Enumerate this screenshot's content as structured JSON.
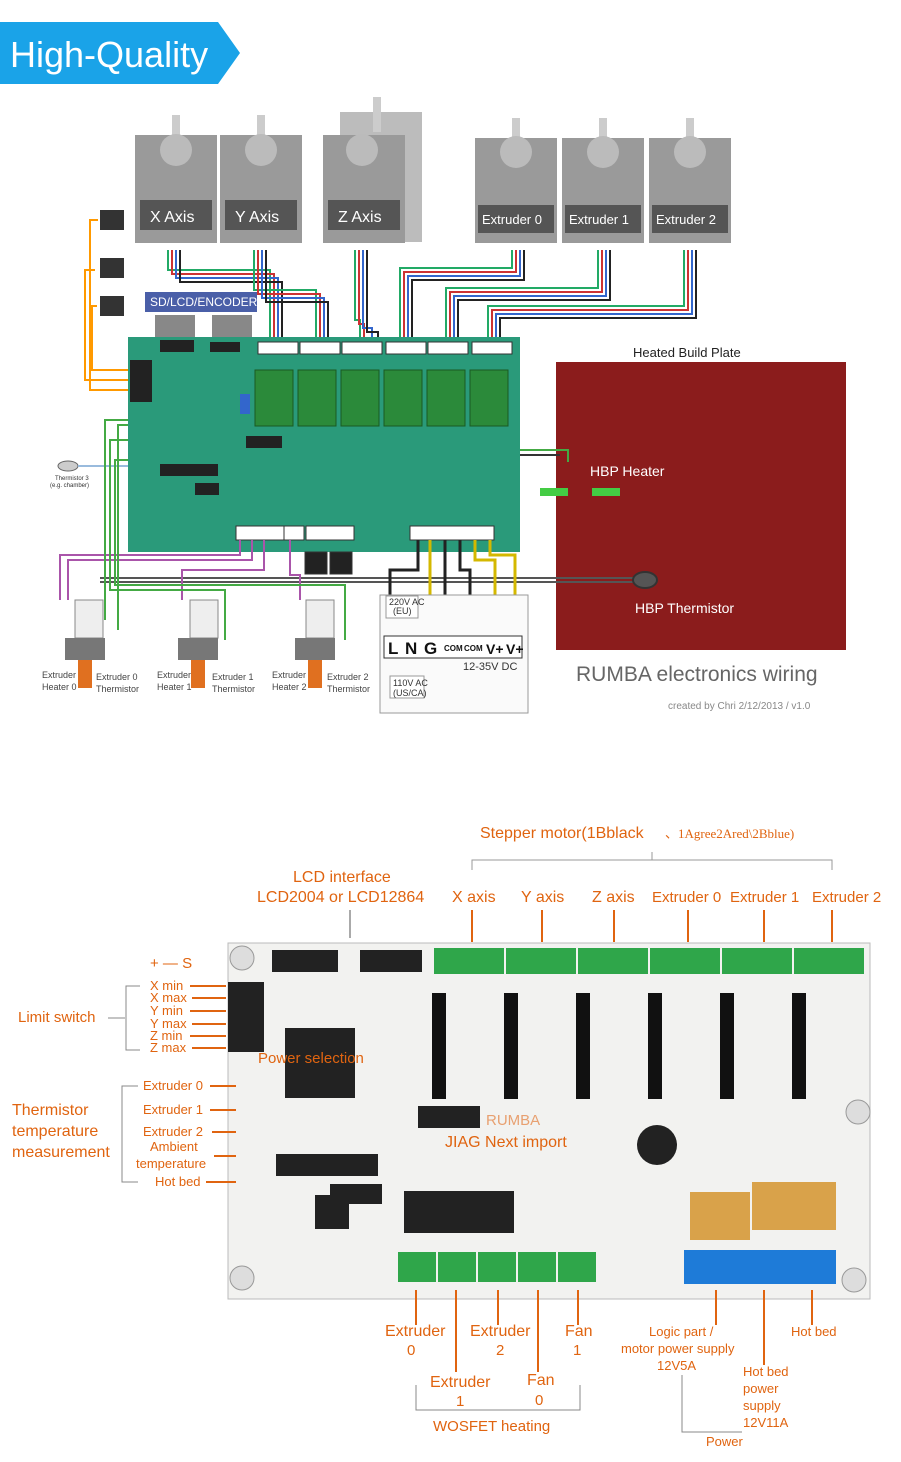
{
  "banner": {
    "title": "High-Quality",
    "color": "#1aa3e8"
  },
  "wiring": {
    "motors": [
      "X Axis",
      "Y Axis",
      "Z Axis",
      "Extruder 0",
      "Extruder 1",
      "Extruder 2"
    ],
    "sd_label": "SD/LCD/ENCODER",
    "heated_plate_title": "Heated Build Plate",
    "hbp_heater": "HBP  Heater",
    "hbp_thermistor": "HBP Thermistor",
    "plate_title": "RUMBA electronics wiring",
    "credit": "created by Chri 2/12/2013 / v1.0",
    "thermistor3": "Thermistor 3",
    "thermistor3_note": "(e.g. chamber)",
    "ac220": "220V AC",
    "ac220_region": "(EU)",
    "ac110": "110V AC",
    "ac110_region": "(US/CA)",
    "psu_terminals": [
      "L",
      "N",
      "G",
      "COM",
      "COM",
      "V+",
      "V+"
    ],
    "psu_dc": "12-35V DC",
    "bottom_components": [
      {
        "line1": "Extruder",
        "line2": "Heater 0"
      },
      {
        "line1": "Extruder 0",
        "line2": "Thermistor"
      },
      {
        "line1": "Extruder",
        "line2": "Heater 1"
      },
      {
        "line1": "Extruder 1",
        "line2": "Thermistor"
      },
      {
        "line1": "Extruder",
        "line2": "Heater 2"
      },
      {
        "line1": "Extruder 2",
        "line2": "Thermistor"
      }
    ],
    "board_color": "#2a9a7a",
    "plate_color": "#8b1c1c"
  },
  "board": {
    "stepper_header_a": "Stepper motor(1Bblack",
    "stepper_header_b": "、1Agree2Ared\\2Bblue)",
    "lcd_title": "LCD interface",
    "lcd_models": "LCD2004 or LCD12864",
    "axes": [
      "X axis",
      "Y axis",
      "Z axis",
      "Extruder 0",
      "Extruder 1",
      "Extruder 2"
    ],
    "pm_s": "+ — S",
    "limit_switch": "Limit switch",
    "endstops": [
      "X min",
      "X max",
      "Y min",
      "Y max",
      "Z min",
      "Z max"
    ],
    "thermistor_title": [
      "Thermistor",
      "temperature",
      "measurement"
    ],
    "thermistor_items": [
      "Extruder 0",
      "Extruder 1",
      "Extruder 2",
      "Ambient",
      "temperature",
      "Hot bed"
    ],
    "power_selection": "Power selection",
    "jtag": "JIAG Next import",
    "rumba": "RUMBA",
    "bottom_labels": {
      "extruder0": [
        "Extruder",
        "0"
      ],
      "extruder2": [
        "Extruder",
        "2"
      ],
      "fan1": [
        "Fan",
        "1"
      ],
      "extruder1": [
        "Extruder",
        "1"
      ],
      "fan0": [
        "Fan",
        "0"
      ],
      "wosfet": "WOSFET heating",
      "logic": [
        "Logic part /",
        "motor power supply",
        "12V5A"
      ],
      "hotbed": "Hot bed",
      "hotbed_power": [
        "Hot bed",
        "power",
        "supply",
        "12V11A"
      ],
      "power": "Power"
    },
    "accent_color": "#e06410",
    "pcb_color": "#f2f2f0"
  }
}
